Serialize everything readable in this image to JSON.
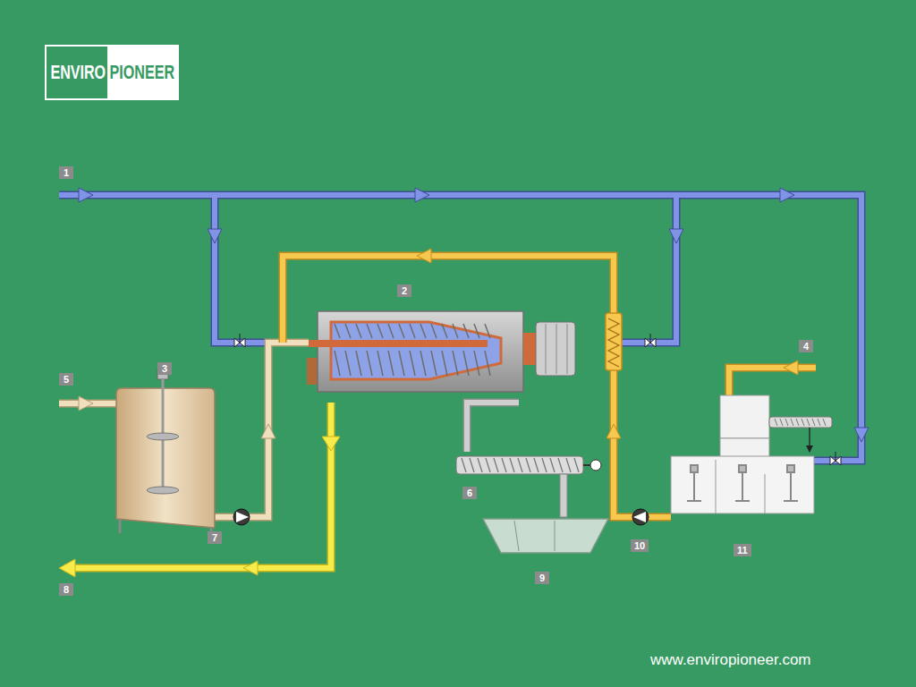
{
  "diagram": {
    "labels": [
      "ENVIRO",
      "PIONEER",
      "1",
      "2",
      "3",
      "4",
      "5",
      "6",
      "7",
      "8",
      "9",
      "10",
      "11",
      "www.enviropioneer.com"
    ]
  }
}
